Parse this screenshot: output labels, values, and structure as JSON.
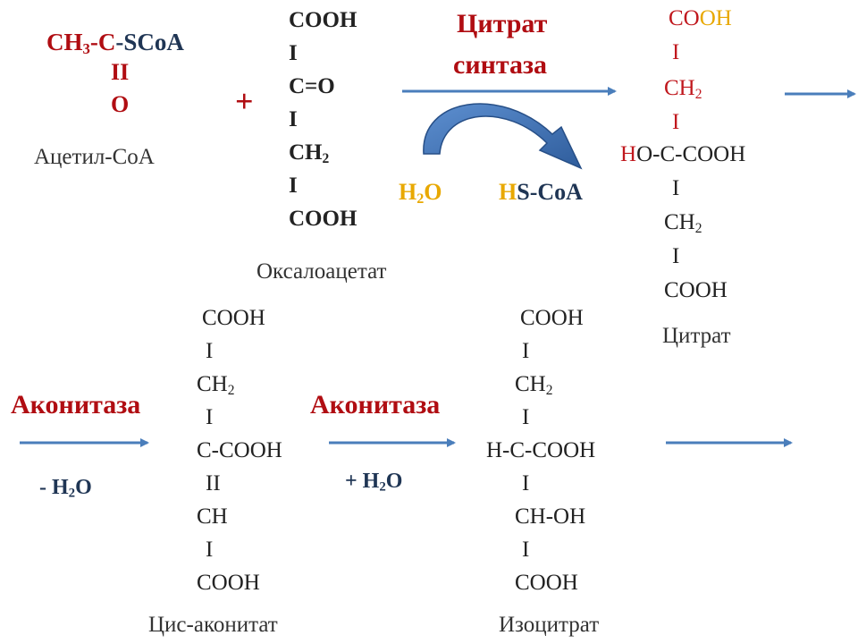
{
  "acetyl_coa": {
    "line1_ch": "CH",
    "line1_sub": "3",
    "line1_dash": "-",
    "line1_c": "C",
    "line1_rest": "-SCoA",
    "line2": "II",
    "line3": "O",
    "name": "Ацетил-СоА"
  },
  "plus": "+",
  "oxaloacetate": {
    "lines": [
      "COOH",
      "I",
      "C=O",
      "I",
      "CH",
      "I",
      "COOH"
    ],
    "ch2_sub": "2",
    "name": "Оксалоацетат"
  },
  "enzyme1": {
    "line1": "Цитрат",
    "line2": "синтаза"
  },
  "reaction1": {
    "water_h": "H",
    "water_sub": "2",
    "water_o": "O",
    "hscoa_h": "H",
    "hscoa_rest": "S-CoA"
  },
  "citrate": {
    "cooh_co": "CO",
    "cooh_oh": "OH",
    "bar1": "I",
    "ch2a": "CH",
    "ch2a_sub": "2",
    "bar2": "I",
    "hoc_h": "H",
    "hoc_rest": "O-C-COOH",
    "bar3": "I",
    "ch2b": "CH",
    "ch2b_sub": "2",
    "bar4": "I",
    "cooh_bottom": "COOH",
    "name": "Цитрат"
  },
  "enzyme2": {
    "name": "Аконитаза",
    "condition_pre": "- H",
    "condition_sub": "2",
    "condition_post": "O"
  },
  "cis_aconitate": {
    "lines": [
      "COOH",
      "I",
      "CH",
      "I",
      "C-COOH",
      "II",
      "CH",
      "I",
      "COOH"
    ],
    "ch2_sub": "2",
    "name": "Цис-аконитат"
  },
  "enzyme3": {
    "name": "Аконитаза",
    "condition_pre": "+ H",
    "condition_sub": "2",
    "condition_post": "O"
  },
  "isocitrate": {
    "lines": [
      "COOH",
      "I",
      "CH",
      "I",
      "H-C-COOH",
      "I",
      "CH-OH",
      "I",
      "COOH"
    ],
    "ch2_sub": "2",
    "name": "Изоцитрат"
  },
  "colors": {
    "arrow": "#4a7ebb",
    "curved_arrow": "#3e6fb5",
    "enzyme_red": "#b00d12",
    "water_gold": "#e8a800",
    "label_navy": "#1f3554"
  }
}
